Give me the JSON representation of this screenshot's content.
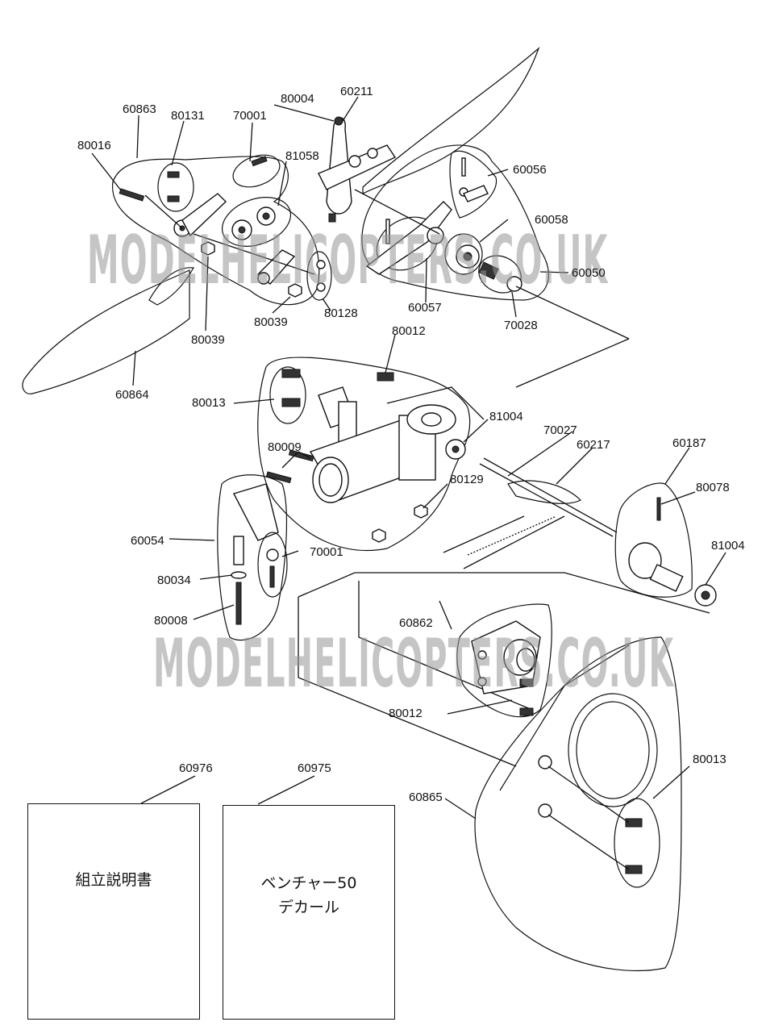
{
  "diagram": {
    "title": "Tail rotor assembly exploded parts diagram",
    "watermark_text": "MODELHELICOPTERS.CO.UK",
    "part_labels": [
      {
        "id": "60863",
        "text": "60863"
      },
      {
        "id": "80131",
        "text": "80131"
      },
      {
        "id": "70001a",
        "text": "70001"
      },
      {
        "id": "80004",
        "text": "80004"
      },
      {
        "id": "60211",
        "text": "60211"
      },
      {
        "id": "80016",
        "text": "80016"
      },
      {
        "id": "81058",
        "text": "81058"
      },
      {
        "id": "60056",
        "text": "60056"
      },
      {
        "id": "60058",
        "text": "60058"
      },
      {
        "id": "60050",
        "text": "60050"
      },
      {
        "id": "60057",
        "text": "60057"
      },
      {
        "id": "70028",
        "text": "70028"
      },
      {
        "id": "80039a",
        "text": "80039"
      },
      {
        "id": "80128",
        "text": "80128"
      },
      {
        "id": "80039b",
        "text": "80039"
      },
      {
        "id": "60864",
        "text": "60864"
      },
      {
        "id": "80012a",
        "text": "80012"
      },
      {
        "id": "80013a",
        "text": "80013"
      },
      {
        "id": "81004a",
        "text": "81004"
      },
      {
        "id": "70027",
        "text": "70027"
      },
      {
        "id": "60217",
        "text": "60217"
      },
      {
        "id": "60187",
        "text": "60187"
      },
      {
        "id": "80009",
        "text": "80009"
      },
      {
        "id": "80129",
        "text": "80129"
      },
      {
        "id": "80078",
        "text": "80078"
      },
      {
        "id": "60054",
        "text": "60054"
      },
      {
        "id": "70001b",
        "text": "70001"
      },
      {
        "id": "81004b",
        "text": "81004"
      },
      {
        "id": "80034",
        "text": "80034"
      },
      {
        "id": "80008",
        "text": "80008"
      },
      {
        "id": "60862",
        "text": "60862"
      },
      {
        "id": "80012b",
        "text": "80012"
      },
      {
        "id": "60976",
        "text": "60976"
      },
      {
        "id": "60975",
        "text": "60975"
      },
      {
        "id": "80013b",
        "text": "80013"
      },
      {
        "id": "60865",
        "text": "60865"
      }
    ],
    "documents": {
      "manual": {
        "part": "60976",
        "title": "組立説明書"
      },
      "decal": {
        "part": "60975",
        "line1": "ベンチャー50",
        "line2": "デカール"
      }
    }
  }
}
